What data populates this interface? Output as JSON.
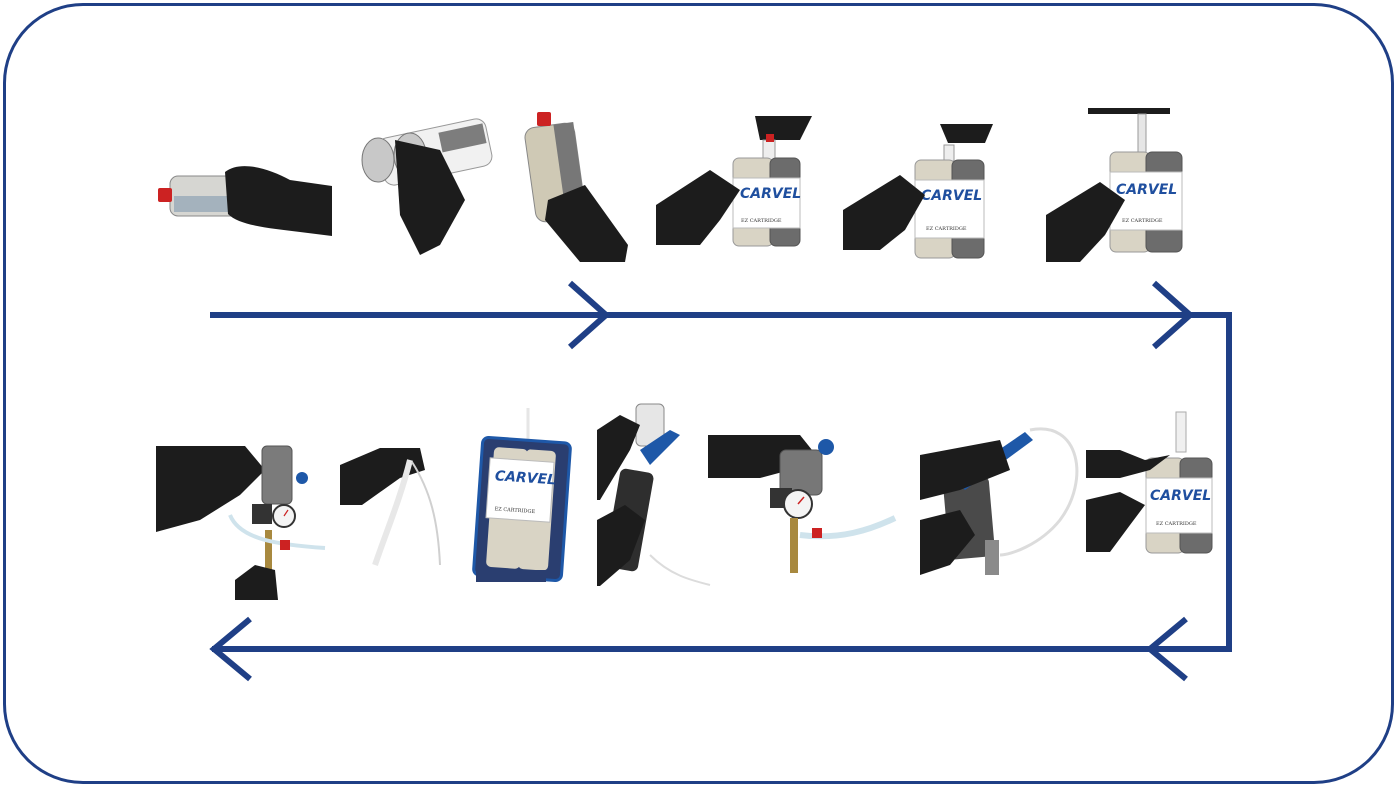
{
  "brand": {
    "logo": "CARVEL",
    "subtitle": "INDUSTRIAL COATINGS",
    "product": "EZ CARTRIDGE"
  },
  "colors": {
    "arrow": "#1f3f86",
    "frame": "#1f3f86",
    "logo": "#1f4f9f",
    "glove": "#1c1c1c",
    "cartridge_light": "#d9d4c5",
    "cartridge_dark": "#6c6c6c",
    "cap_red": "#cc2222",
    "tool_blue": "#1e58a8",
    "metal": "#9a9a9a",
    "brass": "#a8893f"
  },
  "flow": {
    "top_row_steps": 6,
    "bottom_row_steps": 7,
    "direction_top": "left-to-right",
    "direction_bottom": "right-to-left"
  },
  "icons": [
    "glove-hand-icon",
    "cartridge-icon",
    "pressure-gauge-icon",
    "dispensing-gun-icon",
    "air-hose-icon",
    "flow-arrow-icon"
  ]
}
